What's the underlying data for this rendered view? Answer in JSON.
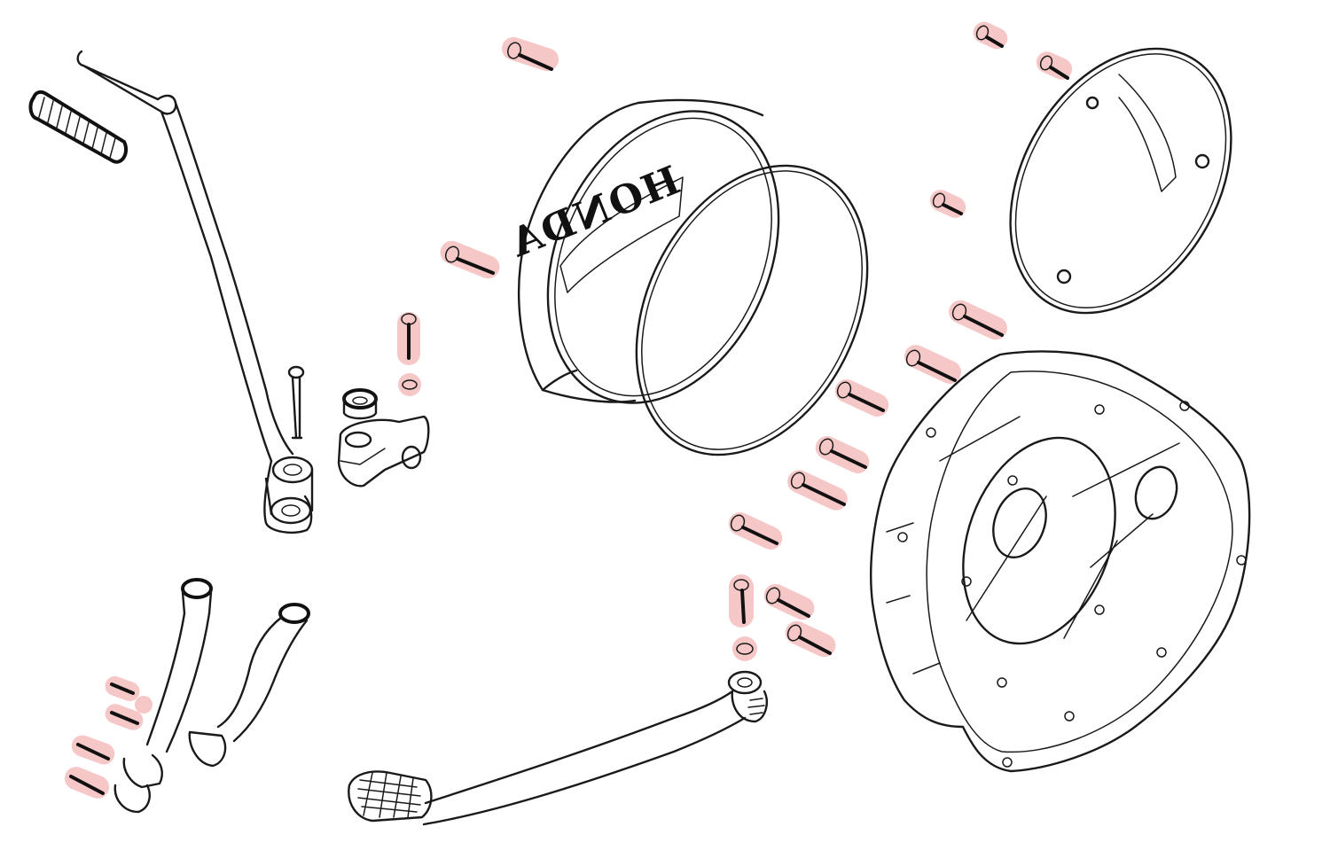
{
  "diagram": {
    "logo_text": "HONDA",
    "highlight_color": "#f3b4b4",
    "line_color": "#1a1a1a",
    "background_color": "#ffffff"
  },
  "parts": [
    {
      "id": "kick-start-lever",
      "icon": "kick-lever-icon"
    },
    {
      "id": "kick-rubber-grip",
      "icon": "rubber-grip-icon"
    },
    {
      "id": "pivot-bolt",
      "icon": "pivot-bolt-icon"
    },
    {
      "id": "oil-seal",
      "icon": "oil-seal-icon"
    },
    {
      "id": "clamp-block",
      "icon": "clamp-icon"
    },
    {
      "id": "clutch-cover",
      "icon": "cover-icon"
    },
    {
      "id": "cover-gasket",
      "icon": "gasket-ring-icon"
    },
    {
      "id": "inspection-cover",
      "icon": "inspection-cover-icon"
    },
    {
      "id": "crankcase-cover",
      "icon": "crankcase-cover-icon"
    },
    {
      "id": "oil-hose-left",
      "icon": "hose-icon"
    },
    {
      "id": "oil-hose-right",
      "icon": "hose-icon"
    },
    {
      "id": "brake-pedal",
      "icon": "brake-pedal-icon"
    }
  ]
}
